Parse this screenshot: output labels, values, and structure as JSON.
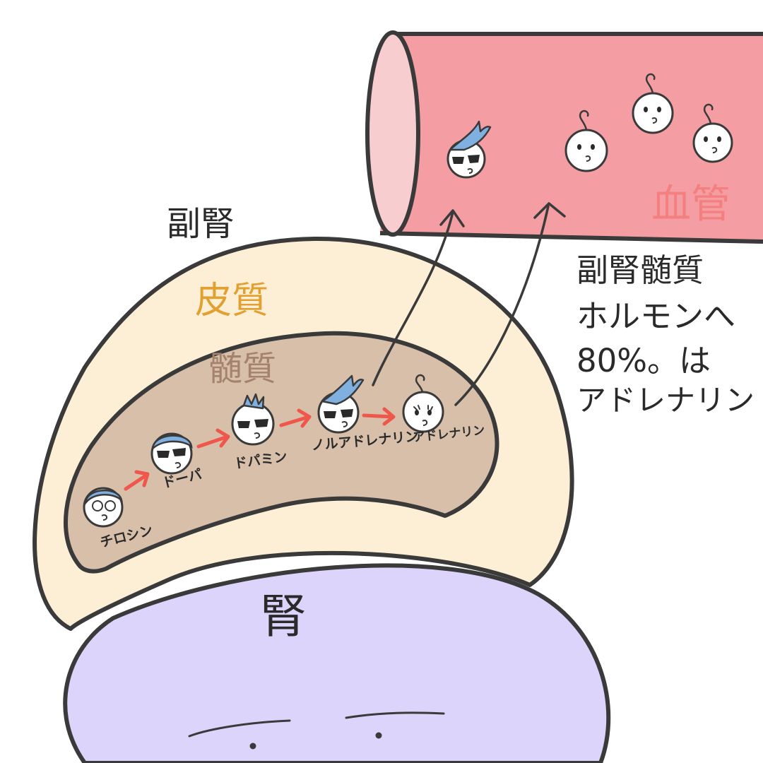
{
  "labels": {
    "adrenal": "副腎",
    "cortex": "皮質",
    "medulla": "髄質",
    "kidney": "腎",
    "blood_vessel": "血管",
    "note_lines": [
      "副腎髄質",
      "ホルモンへ",
      "80%。は",
      "アドレナリン"
    ]
  },
  "pathway": [
    "チロシン",
    "ドーパ",
    "ドパミン",
    "ノルアドレナリン",
    "アドレナリン"
  ],
  "colors": {
    "cortex": "#fdefd6",
    "medulla": "#d8bfa9",
    "kidney": "#ddd4fb",
    "vessel": "#f49ea4",
    "vessel_end": "#f8cdd0",
    "cortex_text": "#e1a030",
    "medulla_text": "#a4826e",
    "vessel_text": "#f47f7f",
    "arrow": "#f0574c",
    "outline": "#3a3a3a",
    "hair_blue": "#7fb0e0"
  }
}
